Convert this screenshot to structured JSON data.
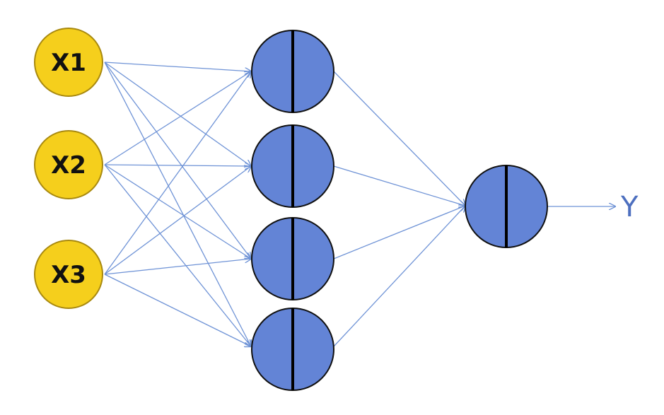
{
  "colors": {
    "input_fill": "#f5cf1c",
    "input_stroke": "#a8890f",
    "neuron_fill": "#6384d6",
    "neuron_stroke": "#111111",
    "divider": "#000000",
    "connection": "#6f93d6",
    "output_text": "#4d6fbf"
  },
  "inputs": [
    {
      "label": "X1"
    },
    {
      "label": "X2"
    },
    {
      "label": "X3"
    }
  ],
  "hidden_layer": {
    "neuron_count": 4
  },
  "output_layer": {
    "neuron_count": 1
  },
  "output": {
    "label": "Y"
  }
}
